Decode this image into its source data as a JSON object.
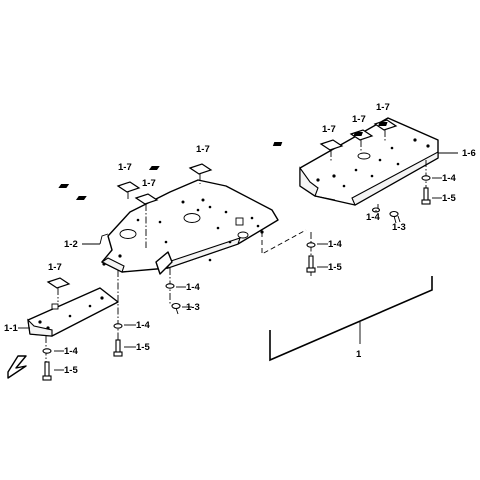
{
  "callouts": {
    "c1": "1",
    "c1_1": "1-1",
    "c1_2": "1-2",
    "c1_3": "1-3",
    "c1_4": "1-4",
    "c1_5": "1-5",
    "c1_6": "1-6",
    "c1_7": "1-7"
  }
}
